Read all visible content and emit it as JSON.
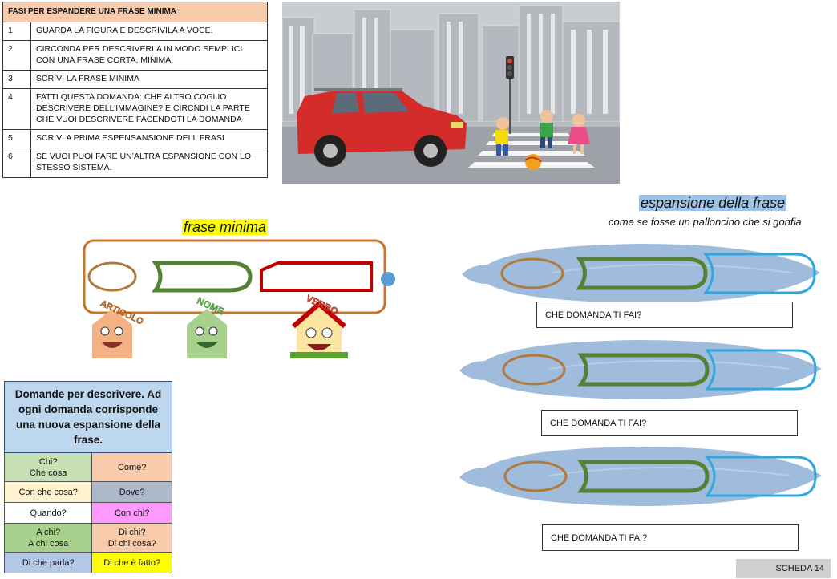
{
  "steps": {
    "title": "FASI PER  ESPANDERE UNA FRASE MINIMA",
    "items": [
      {
        "n": "1",
        "text": "GUARDA LA FIGURA E DESCRIVILA A VOCE."
      },
      {
        "n": "2",
        "text": "CIRCONDA PER DESCRIVERLA IN MODO SEMPLICI CON UNA FRASE CORTA, MINIMA."
      },
      {
        "n": "3",
        "text": "SCRIVI LA FRASE MINIMA"
      },
      {
        "n": "4",
        "text": "FATTI QUESTA DOMANDA: CHE ALTRO COGLIO DESCRIVERE DELL’IMMAGINE? E CIRCNDI LA PARTE CHE VUOI DESCRIVERE FACENDOTI LA DOMANDA"
      },
      {
        "n": "5",
        "text": "SCRIVI A PRIMA ESPENSANSIONE DELL FRASI"
      },
      {
        "n": "6",
        "text": "SE VUOI PUOI FARE UN’ALTRA ESPANSIONE CON LO STESSO SISTEMA."
      }
    ]
  },
  "minima": {
    "title": "frase minima",
    "labels": {
      "articolo": "ARTICOLO",
      "nome": "NOME",
      "verbo": "VERBO"
    },
    "colors": {
      "frame": "#c5762b",
      "articolo": "#b07a3f",
      "nome": "#548235",
      "verbo": "#c00000",
      "dot": "#5b9bd5"
    }
  },
  "espansione": {
    "title": "espansione della frase",
    "subtitle": "come se fosse  un palloncino che si gonfia",
    "questions": [
      "CHE DOMANDA TI FAI?",
      "CHE DOMANDA TI FAI?",
      "CHE DOMANDA TI FAI?"
    ],
    "colors": {
      "balloon": "#8fb0d6",
      "articolo": "#b07a3f",
      "nome": "#548235",
      "extra": "#2fa8e0"
    }
  },
  "domande": {
    "header": "Domande per descrivere. Ad ogni domanda corrisponde una nuova espansione della frase.",
    "cells": [
      [
        {
          "text": "Chi?",
          "text2": "Che cosa",
          "color": "#c6e0b4"
        },
        {
          "text": "Come?",
          "text2": "",
          "color": "#f8cbad"
        }
      ],
      [
        {
          "text": "Con che cosa?",
          "text2": "",
          "color": "#fff2cc"
        },
        {
          "text": "Dove?",
          "text2": "",
          "color": "#adb9ca"
        }
      ],
      [
        {
          "text": "Quando?",
          "text2": "",
          "color": "#ffffff"
        },
        {
          "text": "Con chi?",
          "text2": "",
          "color": "#ff99ff"
        }
      ],
      [
        {
          "text": "A chi?",
          "text2": "A chi cosa",
          "color": "#a9d18e"
        },
        {
          "text": "Di chi?",
          "text2": "Di chi cosa?",
          "color": "#f8cbad"
        }
      ],
      [
        {
          "text": "Di che parla?",
          "text2": "",
          "color": "#b4c7e7"
        },
        {
          "text": "Di che è fatto?",
          "text2": "",
          "color": "#ffff00"
        }
      ]
    ]
  },
  "footer": {
    "label": "SCHEDA 14"
  }
}
